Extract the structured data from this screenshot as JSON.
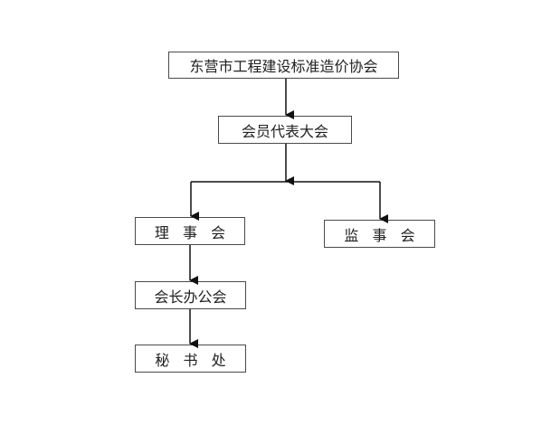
{
  "diagram": {
    "nodes": {
      "association": "东营市工程建设标准造价协会",
      "members_assembly": "会员代表大会",
      "council": "理 事 会",
      "supervisory_board": "监 事 会",
      "president_office": "会长办公会",
      "secretariat": "秘 书 处"
    }
  }
}
